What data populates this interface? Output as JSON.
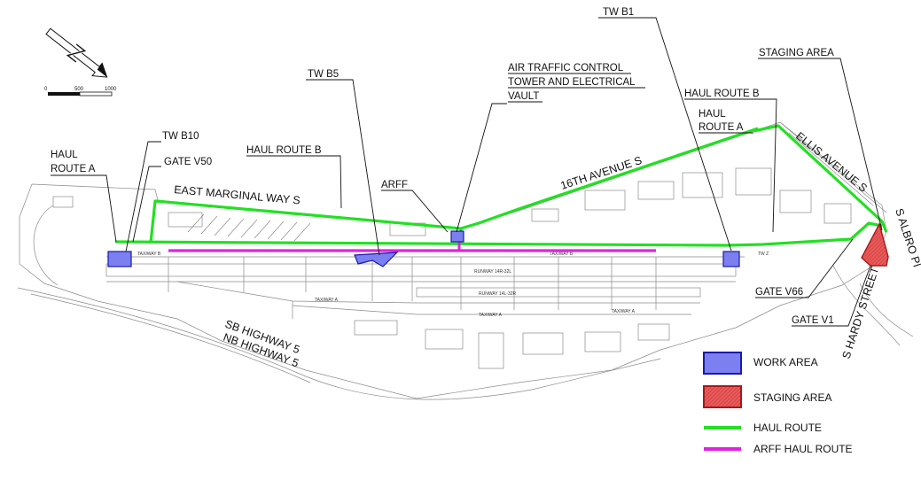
{
  "colors": {
    "work_area": "#7b7ff0",
    "work_area_border": "#1a1aa8",
    "staging_area": "#e85a5a",
    "staging_border": "#a81818",
    "haul_route": "#22e022",
    "arff_haul_route": "#e022e0",
    "linework": "#8a8a8a"
  },
  "scale_bar": {
    "ticks": [
      "0",
      "500",
      "1000"
    ]
  },
  "north_arrow": {
    "icon": "north-arrow-icon"
  },
  "labels": {
    "tw_b1": "TW B1",
    "staging_area_top": "STAGING AREA",
    "air_traffic_1": "AIR TRAFFIC CONTROL",
    "air_traffic_2": "TOWER AND ELECTRICAL",
    "air_traffic_3": "VAULT",
    "tw_b5": "TW B5",
    "haul_route_b_right": "HAUL ROUTE B",
    "haul_route_a_right_1": "HAUL",
    "haul_route_a_right_2": "ROUTE A",
    "tw_b10": "TW B10",
    "haul_route_a_left_1": "HAUL",
    "haul_route_a_left_2": "ROUTE A",
    "gate_v50": "GATE V50",
    "haul_route_b_mid": "HAUL ROUTE B",
    "arff": "ARFF",
    "gate_v66": "GATE V66",
    "gate_v1": "GATE V1"
  },
  "roads": {
    "ellis_avenue": "ELLIS AVENUE S",
    "sixteenth_avenue": "16TH AVENUE S",
    "east_marginal": "EAST MARGINAL WAY S",
    "s_albro": "S ALBRO PI",
    "s_hardy": "S HARDY STREET",
    "sb_highway": "SB HIGHWAY 5",
    "nb_highway": "NB HIGHWAY 5"
  },
  "drawing_text": {
    "taxiway_b_w": "TAXIWAY B",
    "taxiway_b_e": "TAXIWAY B",
    "tw_z": "TW Z",
    "runway_main": "RUNWAY 14R-32L",
    "runway_secondary": "RUNWAY 14L-32R",
    "taxiway_a_w": "TAXIWAY A",
    "taxiway_a_mid": "TAXIWAY A",
    "taxiway_a_e": "TAXIWAY A"
  },
  "legend": [
    {
      "label": "WORK AREA",
      "kind": "work-area"
    },
    {
      "label": "STAGING AREA",
      "kind": "staging-area"
    },
    {
      "label": "HAUL ROUTE",
      "kind": "haul-route"
    },
    {
      "label": "ARFF HAUL ROUTE",
      "kind": "arff-haul-route"
    }
  ]
}
